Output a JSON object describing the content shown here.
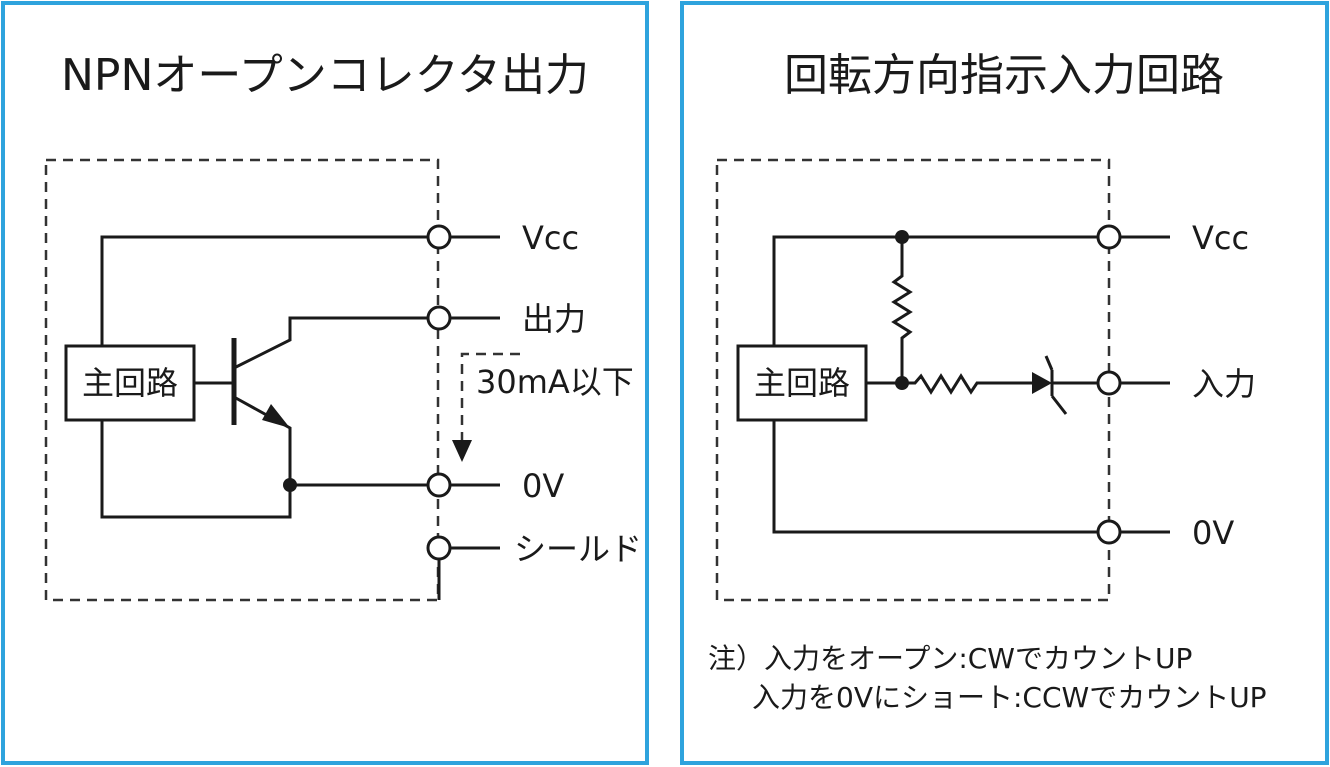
{
  "left_panel": {
    "title": "NPNオープンコレクタ出力",
    "main_circuit": "主回路",
    "terminals": [
      "Vcc",
      "出力",
      "0V",
      "シールド"
    ],
    "current_limit": "30mA以下"
  },
  "right_panel": {
    "title": "回転方向指示入力回路",
    "main_circuit": "主回路",
    "terminals": [
      "Vcc",
      "入力",
      "0V"
    ],
    "note_line1": "注）入力をオープン:CWでカウントUP",
    "note_line2": "入力を0Vにショート:CCWでカウントUP"
  },
  "colors": {
    "panel_border": "#2ea3dd",
    "ink": "#1a1a1a"
  }
}
